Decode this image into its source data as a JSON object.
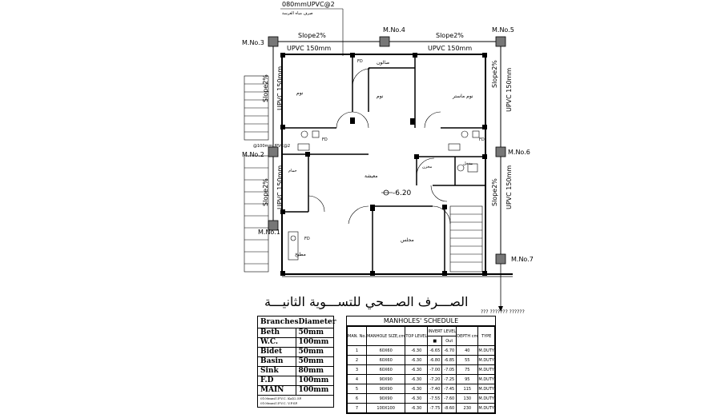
{
  "plan": {
    "top_note_1": "080mmUPVC@2",
    "top_note_2": "صرف مياه الغرسة",
    "manholes": [
      {
        "id": "mh3",
        "label": "M.No.3"
      },
      {
        "id": "mh4",
        "label": "M.No.4"
      },
      {
        "id": "mh5",
        "label": "M.No.5"
      },
      {
        "id": "mh2",
        "label": "M.No.2"
      },
      {
        "id": "mh6",
        "label": "M.No.6"
      },
      {
        "id": "mh1",
        "label": "M.No.1"
      },
      {
        "id": "mh7",
        "label": "M.No.7"
      }
    ],
    "slope_top_left": "Slope2%",
    "slope_top_right": "Slope2%",
    "upvc_top_left": "UPVC 150mm",
    "upvc_top_right": "UPVC 150mm",
    "slope_left_upper": "Slope2%",
    "upvc_left_upper": "UPVC 150mm",
    "slope_left_lower": "Slope2%",
    "upvc_left_lower": "UPVC 150mm",
    "slope_right_upper": "Slope2%",
    "upvc_right_upper": "UPVC 150mm",
    "slope_right_lower": "Slope2%",
    "upvc_right_lower": "UPVC 150mm",
    "pipe_note_left": "@100mmUPVC@2",
    "level_mark": "-6.20",
    "fd_labels": [
      "FD",
      "FD",
      "FD",
      "FD"
    ],
    "rooms": [
      {
        "name": "نوم"
      },
      {
        "name": "نوم"
      },
      {
        "name": "نوم ماستر"
      },
      {
        "name": "صالون"
      },
      {
        "name": "معيشة"
      },
      {
        "name": "حمام"
      },
      {
        "name": "مخزن"
      },
      {
        "name": "مطبخ"
      },
      {
        "name": "مجلس"
      },
      {
        "name": "مدخل"
      }
    ],
    "right_note": "??? ??????? ??????"
  },
  "arabic_title": "الصـــرف الصـــحي للتســـوية الثانيـــة",
  "branches": {
    "header_left": "Branches",
    "header_right": "Diameter",
    "rows": [
      {
        "name": "Beth",
        "size": "50mm"
      },
      {
        "name": "W.C.",
        "size": "100mm"
      },
      {
        "name": "Bidet",
        "size": "50mm"
      },
      {
        "name": "Basin",
        "size": "50mm"
      },
      {
        "name": "Sink",
        "size": "80mm"
      },
      {
        "name": "F.D",
        "size": "100mm"
      },
      {
        "name": "MAIN",
        "size": "100mm"
      }
    ],
    "note_1": "0100mmU.P.V.C. Kal/2.5P.",
    "note_2": "0100mmU.P.V.C. V.P.SP."
  },
  "schedule": {
    "title": "MANHOLES' SCHEDULE",
    "head": {
      "man_no": "MAN. No.",
      "size": "MANHOLE SIZE,cm",
      "top": "TOP LEVEL",
      "invert": "INVERT LEVEL",
      "in": "■",
      "out": "Out",
      "depth": "DEPTH cm",
      "type": "TYPE"
    },
    "rows": [
      {
        "no": "1",
        "size": "60X60",
        "top": "-6.30",
        "in": "-6.65",
        "out": "-6.70",
        "depth": "40",
        "type": "M.DUTY"
      },
      {
        "no": "2",
        "size": "60X60",
        "top": "-6.30",
        "in": "-6.80",
        "out": "-6.85",
        "depth": "55",
        "type": "M.DUTY"
      },
      {
        "no": "3",
        "size": "60X60",
        "top": "-6.30",
        "in": "-7.00",
        "out": "-7.05",
        "depth": "75",
        "type": "M.DUTY"
      },
      {
        "no": "4",
        "size": "90X90",
        "top": "-6.30",
        "in": "-7.20",
        "out": "-7.25",
        "depth": "95",
        "type": "M.DUTY"
      },
      {
        "no": "5",
        "size": "90X90",
        "top": "-6.30",
        "in": "-7.40",
        "out": "-7.45",
        "depth": "115",
        "type": "M.DUTY"
      },
      {
        "no": "6",
        "size": "90X90",
        "top": "-6.30",
        "in": "-7.55",
        "out": "-7.60",
        "depth": "130",
        "type": "M.DUTY"
      },
      {
        "no": "7",
        "size": "100X100",
        "top": "-6.30",
        "in": "-7.75",
        "out": "-8.60",
        "depth": "230",
        "type": "M.DUTY"
      }
    ]
  }
}
